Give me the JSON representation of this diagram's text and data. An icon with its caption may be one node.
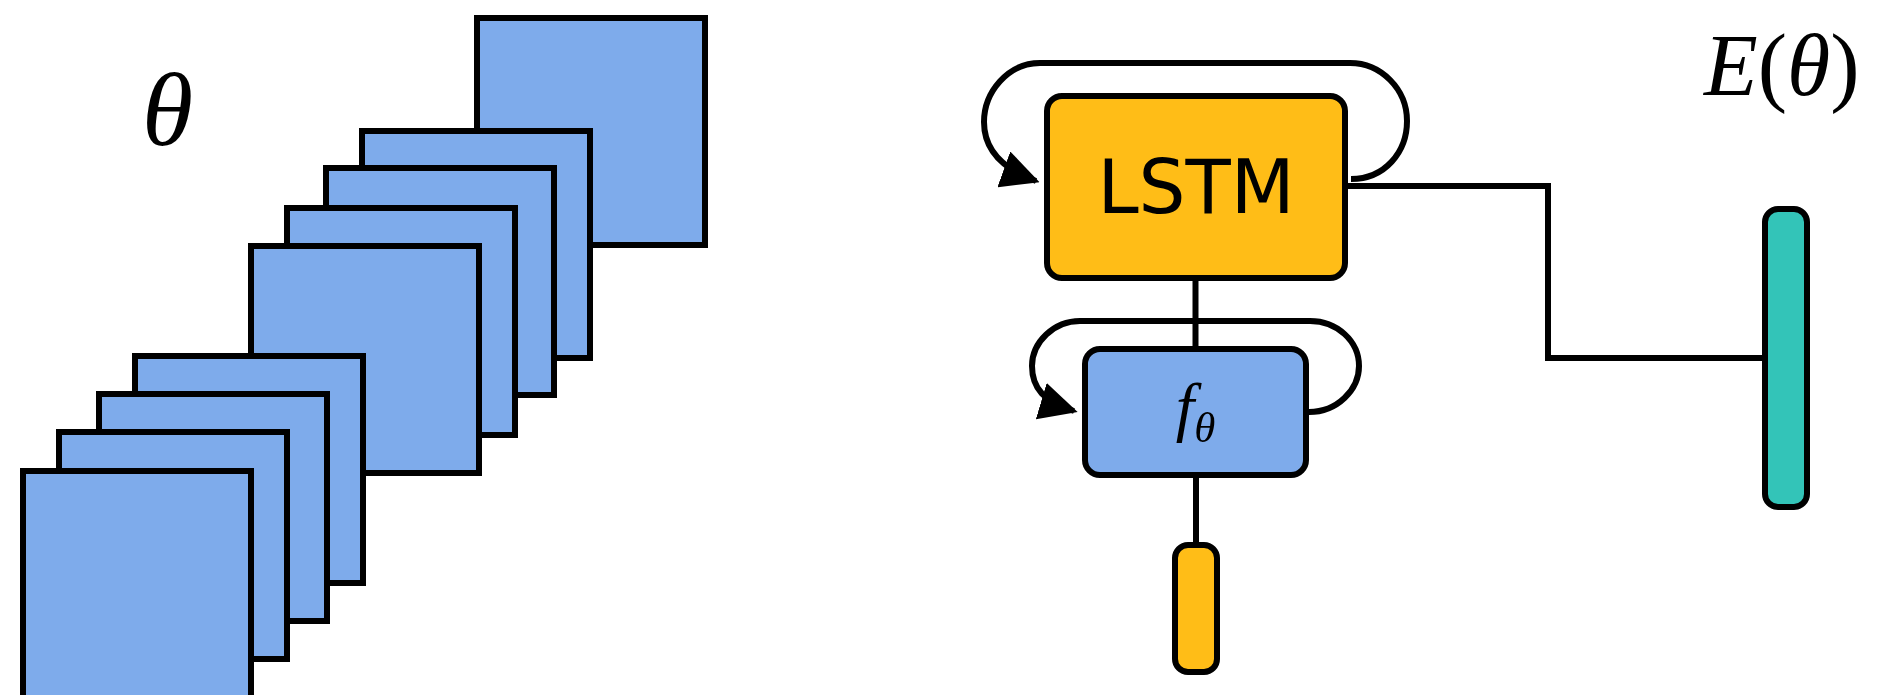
{
  "diagram": {
    "nodes": [
      {
        "text": [
          "LSTM"
        ]
      },
      {
        "text": [
          "f$_{θ}$"
        ]
      },
      {
        "text": [],
        "shape": "bar"
      },
      {
        "text": [],
        "shape": "bar",
        "beside": [
          "*E*(*θ*)"
        ]
      }
    ],
    "edges": [
      {
        "from": 0,
        "to": 0,
        "arrow": "to"
      },
      {
        "from": 1,
        "to": 1,
        "arrow": "to"
      },
      {
        "from": 0,
        "to": 1,
        "arrow": "none"
      },
      {
        "from": 1,
        "to": 2,
        "arrow": "none"
      },
      {
        "from": 0,
        "to": 3,
        "arrow": "none"
      }
    ],
    "labels": [
      "*θ*"
    ]
  }
}
